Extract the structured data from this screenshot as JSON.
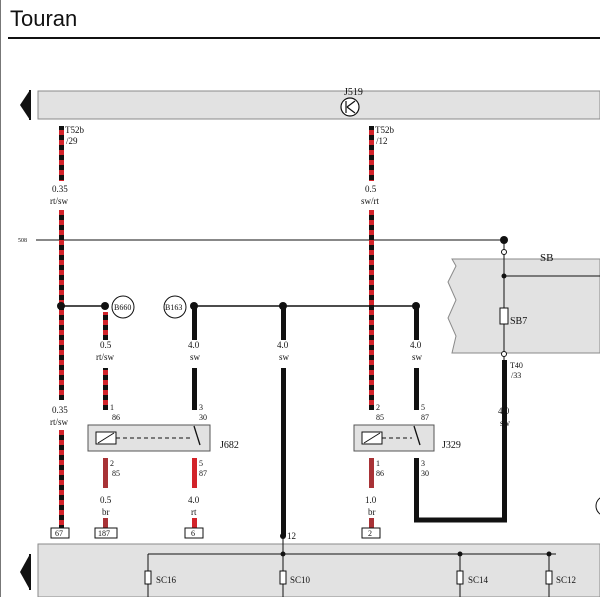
{
  "page": {
    "title": "Touran"
  },
  "components": {
    "control_unit": "J519",
    "relay_left": "J682",
    "relay_right": "J329",
    "fuse_block": "SB",
    "fuse": "SB7",
    "connection_left": "B660",
    "connection_center": "B163"
  },
  "terminals": {
    "wire1_top": "T52b",
    "wire1_pin": "/29",
    "wire2_top": "T52b",
    "wire2_pin": "/12",
    "fuse_out": "T40",
    "fuse_out_pin": "/33",
    "j682_86": "86",
    "j682_30": "30",
    "j682_85": "85",
    "j682_87": "87",
    "j682_1": "1",
    "j682_3": "3",
    "j682_2": "2",
    "j682_5": "5",
    "j329_85": "85",
    "j329_87": "87",
    "j329_86": "86",
    "j329_30": "30",
    "j329_2": "2",
    "j329_5": "5",
    "j329_1": "1",
    "j329_3": "3",
    "ground_pin": "12"
  },
  "wires": {
    "w1_upper_size": "0.35",
    "w1_upper_color": "rt/sw",
    "w2_upper_size": "0.5",
    "w2_upper_color": "sw/rt",
    "w1_lower_size": "0.35",
    "w1_lower_color": "rt/sw",
    "w_b660_size": "0.5",
    "w_b660_color": "rt/sw",
    "w_b163_size": "4.0",
    "w_b163_color": "sw",
    "w_center_size": "4.0",
    "w_center_color": "sw",
    "w_j329_size": "4.0",
    "w_j329_color": "sw",
    "w_fuse_size": "4.0",
    "w_fuse_color": "sw",
    "w_j682_out_size": "0.5",
    "w_j682_out_color": "br",
    "w_j682_87_size": "4.0",
    "w_j682_87_color": "rt",
    "w_j329_86_size": "1.0",
    "w_j329_86_color": "br"
  },
  "reference": {
    "line": "508"
  },
  "grounds": {
    "g1": "SC16",
    "g2": "SC10",
    "g3": "SC14",
    "g4": "SC12"
  },
  "boxes": {
    "b1": "67",
    "b2": "187",
    "b3": "6",
    "b4": "2"
  },
  "colors": {
    "red": "#d2232a",
    "black": "#111111",
    "panel": "#e2e2e2",
    "panel_border": "#8a8a8a"
  }
}
